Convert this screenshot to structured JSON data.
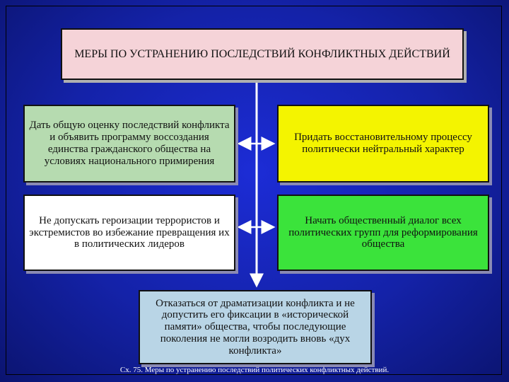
{
  "title": "МЕРЫ ПО УСТРАНЕНИЮ ПОСЛЕДСТВИЙ КОНФЛИКТНЫХ ДЕЙСТВИЙ",
  "boxes": {
    "top_left": "Дать общую оценку последствий конфликта и объявить программу воссоздания единства гражданского общества на условиях национального примирения",
    "top_right": "Придать восстановительному процессу политически нейтральный характер",
    "mid_left": "Не допускать героизации террористов и экстремистов во избежание превращения их в политических лидеров",
    "mid_right": "Начать общественный диалог всех политических групп для реформирования общества",
    "bottom": "Отказаться от драматизации конфликта и не допустить его фиксации в «исторической памяти» общества, чтобы последующие поколения не могли возродить вновь «дух конфликта»"
  },
  "caption": "Сх. 75. Меры по устранению последствий политических конфликтных действий.",
  "colors": {
    "background": "#1422a8",
    "title_box": "#f5d3d8",
    "top_left": "#b6dbb0",
    "top_right": "#f4f400",
    "mid_left": "#ffffff",
    "mid_right": "#3be33b",
    "bottom": "#b9d5e6",
    "connector": "#ffffff"
  }
}
